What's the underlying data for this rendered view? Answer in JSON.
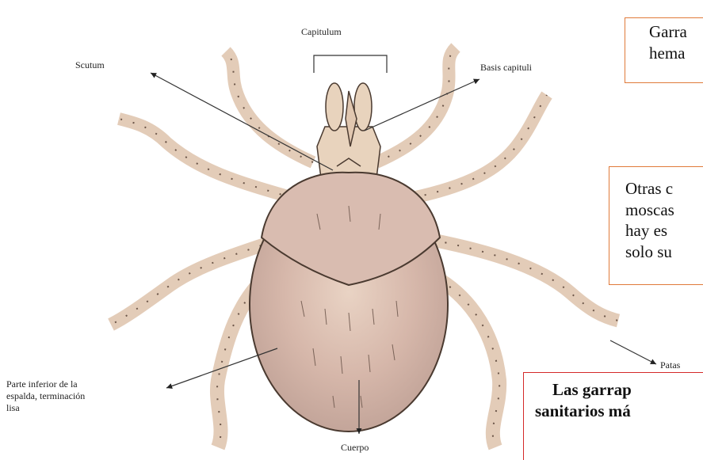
{
  "labels": {
    "capitulum": "Capitulum",
    "scutum": "Scutum",
    "basis_capituli": "Basis capituli",
    "parte_inferior": [
      "Parte inferior de la",
      "espalda, terminación",
      "lisa"
    ],
    "cuerpo": "Cuerpo",
    "patas": "Patas"
  },
  "boxes": {
    "top": [
      "Garra",
      "hema"
    ],
    "middle": [
      "Otras  c",
      "moscas",
      "hay  es",
      "solo su"
    ],
    "bottom": [
      "Las garrap",
      "sanitarios má"
    ]
  },
  "colors": {
    "box_border_orange": "#e07a3a",
    "box_border_red": "#d42a2a",
    "tick_fill": "#d8bfb0",
    "leg_fill": "#e8d6c4"
  }
}
